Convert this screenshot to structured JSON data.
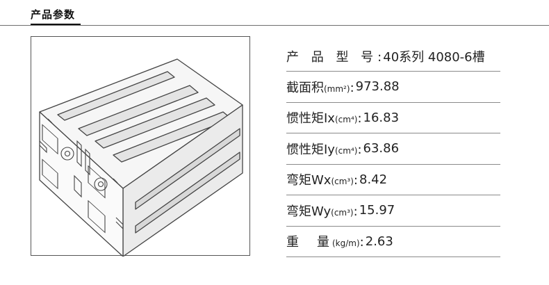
{
  "section": {
    "title": "产品参数"
  },
  "params": [
    {
      "label": "产 品 型 号",
      "unit": "",
      "sep": ":",
      "value": "40系列 4080-6槽"
    },
    {
      "label": "截面积",
      "unit": "(mm²)",
      "sep": ":",
      "value": "973.88"
    },
    {
      "label": "惯性矩Ix",
      "unit": "(cm⁴)",
      "sep": ":",
      "value": "16.83"
    },
    {
      "label": "惯性矩Iy",
      "unit": "(cm⁴)",
      "sep": ":",
      "value": "63.86"
    },
    {
      "label": "弯矩Wx",
      "unit": "(cm³)",
      "sep": ":",
      "value": "8.42"
    },
    {
      "label": "弯矩Wy",
      "unit": "(cm³)",
      "sep": ":",
      "value": "15.97"
    },
    {
      "label": "重　量",
      "unit": "(kg/m)",
      "sep": ":",
      "value": "2.63"
    }
  ]
}
